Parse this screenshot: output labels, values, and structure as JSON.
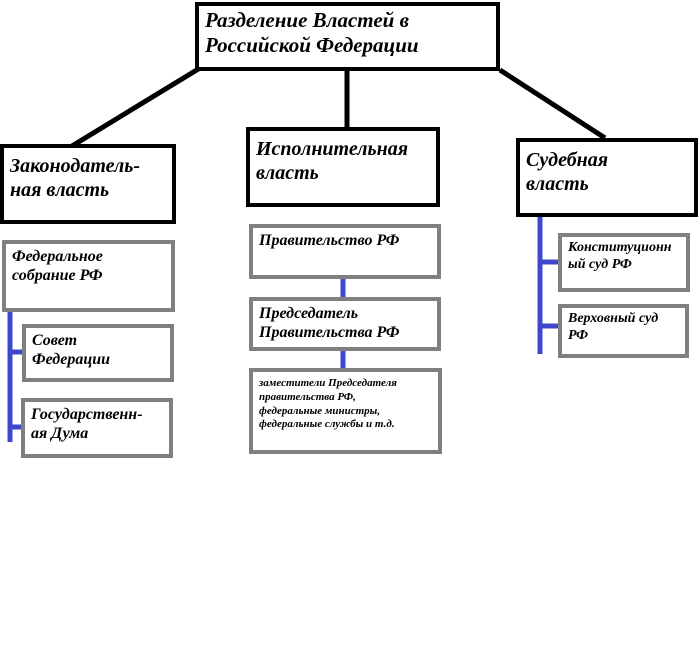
{
  "root": "Разделение Властей в\nРоссийской Федерации",
  "legislative": {
    "title": "Законодатель-\nная власть",
    "assembly": "Федеральное\nсобрание РФ",
    "council": "Совет\nФедерации",
    "duma": "Государственн-\nая Дума"
  },
  "executive": {
    "title": "Исполнительная\nвласть",
    "government": "Правительство РФ",
    "chairman": "Председатель\nПравительства РФ",
    "deputies": "заместители Председателя\nправительства РФ,\nфедеральные министры,\nфедеральные службы и т.д."
  },
  "judicial": {
    "title": "Судебная\nвласть",
    "constitutional": "Конституционн\nый суд РФ",
    "supreme": "Верховный суд\nРФ"
  },
  "colors": {
    "black_border": "#000000",
    "gray_border": "#808080",
    "connector_blue": "#3f48cc"
  }
}
